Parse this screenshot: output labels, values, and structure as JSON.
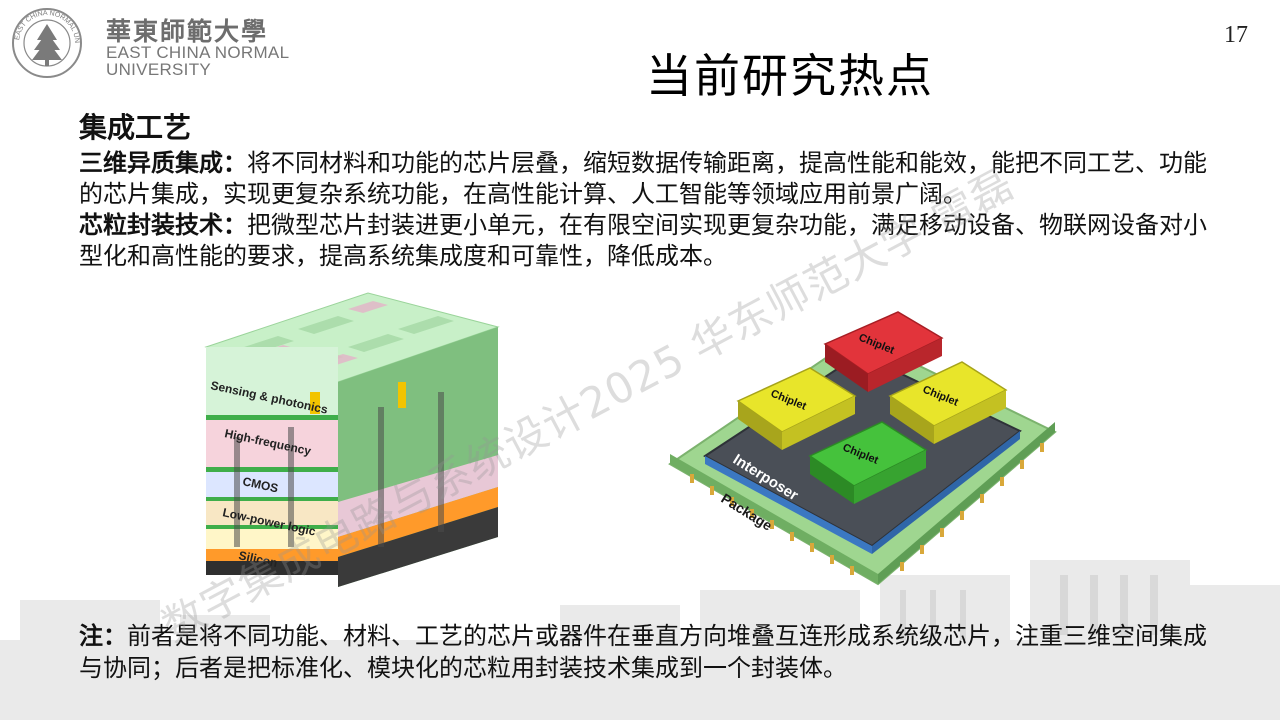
{
  "header": {
    "logo_cn": "華東師範大學",
    "logo_en_line1": "EAST CHINA NORMAL",
    "logo_en_line2": "UNIVERSITY",
    "seal_ring_text": "EAST CHINA NORMAL UNIVERSITY",
    "page_number": "17"
  },
  "title": "当前研究热点",
  "section": {
    "heading": "集成工艺",
    "items": [
      {
        "term": "三维异质集成：",
        "text": "将不同材料和功能的芯片层叠，缩短数据传输距离，提高性能和能效，能把不同工艺、功能的芯片集成，实现更复杂系统功能，在高性能计算、人工智能等领域应用前景广阔。"
      },
      {
        "term": "芯粒封装技术：",
        "text": "把微型芯片封装进更小单元，在有限空间实现更复杂功能，满足移动设备、物联网设备对小型化和高性能的要求，提高系统集成度和可靠性，降低成本。"
      }
    ]
  },
  "figure_left": {
    "layers": [
      "Sensing & photonics",
      "High-frequency",
      "CMOS",
      "Low-power logic",
      "Silicon"
    ]
  },
  "figure_right": {
    "chiplet_label": "Chiplet",
    "interposer_label": "Interposer",
    "package_label": "Package",
    "colors": {
      "red": "#e2343b",
      "yellow": "#e8e52a",
      "green": "#45c23c",
      "board": "#b7e0a4",
      "interposer": "#4a4f57"
    }
  },
  "note": {
    "label": "注：",
    "text": "前者是将不同功能、材料、工艺的芯片或器件在垂直方向堆叠互连形成系统级芯片，注重三维空间集成与协同；后者是把标准化、模块化的芯粒用封装技术集成到一个封装体。"
  },
  "watermark": "数字集成电路与系统设计2025 华东师范大学 雷磊"
}
